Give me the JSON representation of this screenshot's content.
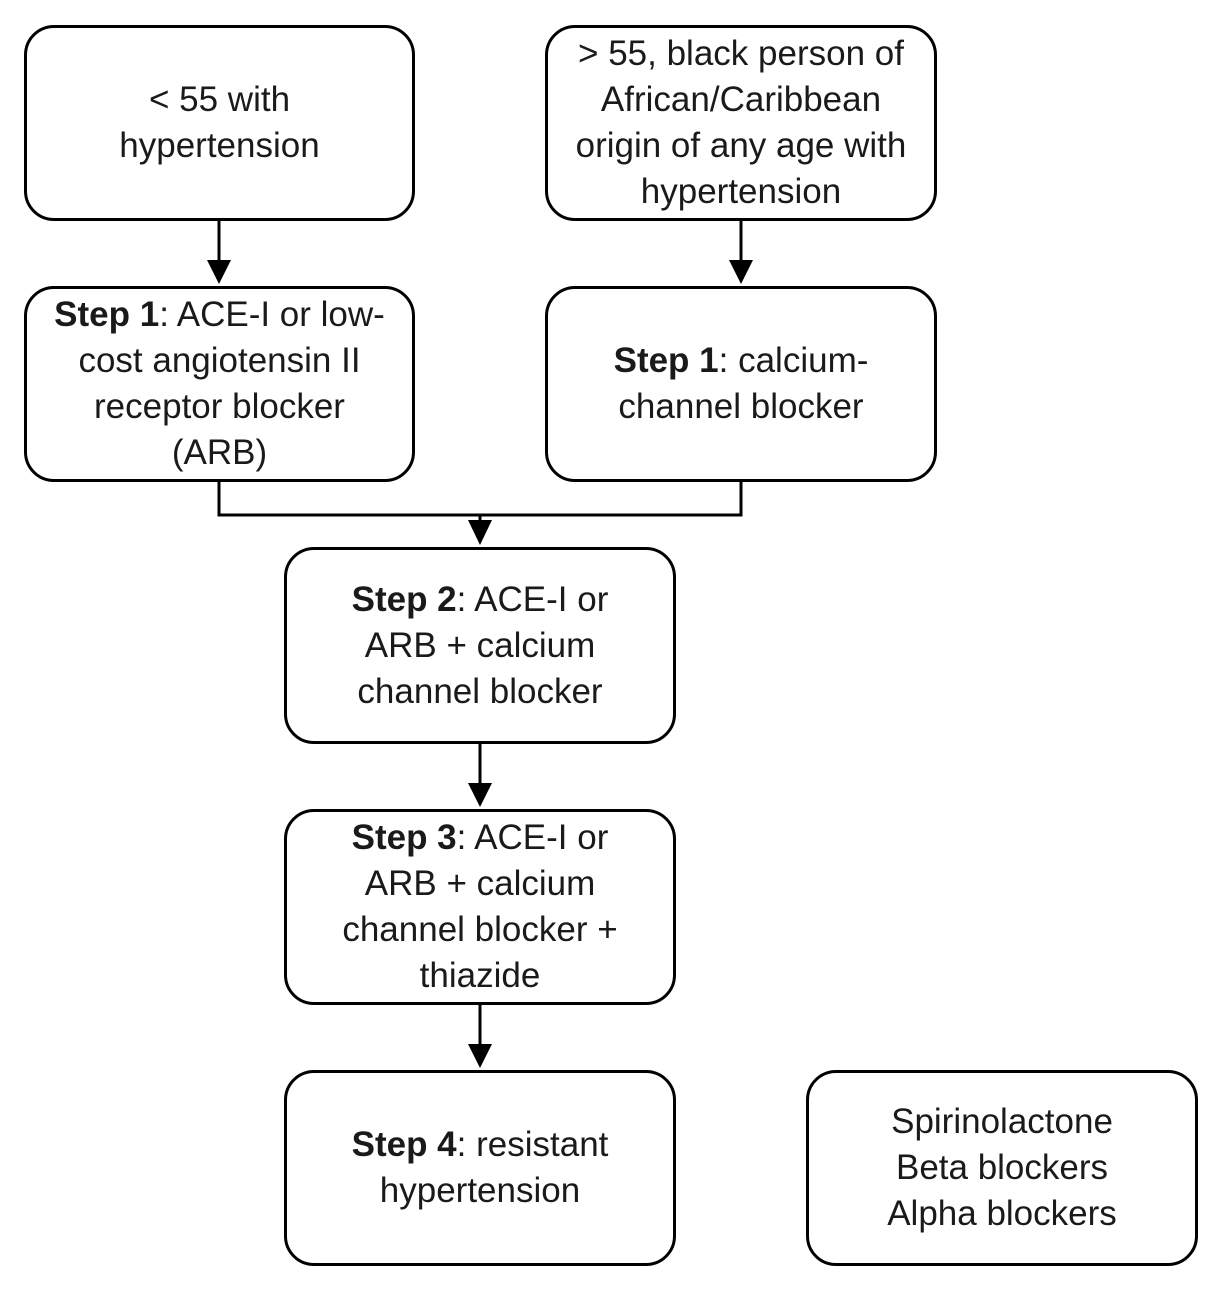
{
  "nodes": {
    "under55": {
      "lines": [
        "< 55 with",
        "hypertension"
      ]
    },
    "over55": {
      "lines": [
        "> 55, black person of",
        "African/Caribbean",
        "origin of any age with",
        "hypertension"
      ]
    },
    "step1_left": {
      "step": "Step 1",
      "lines": [
        ": ACE-I or low-",
        "cost angiotensin II",
        "receptor blocker",
        "(ARB)"
      ]
    },
    "step1_right": {
      "step": "Step 1",
      "lines": [
        ": calcium-",
        "channel blocker"
      ]
    },
    "step2": {
      "step": "Step 2",
      "lines": [
        ": ACE-I or",
        "ARB + calcium",
        "channel blocker"
      ]
    },
    "step3": {
      "step": "Step 3",
      "lines": [
        ": ACE-I or",
        "ARB + calcium",
        "channel blocker +",
        "thiazide"
      ]
    },
    "step4": {
      "step": "Step 4",
      "lines": [
        ": resistant",
        "hypertension"
      ]
    },
    "additional": {
      "lines": [
        "Spirinolactone",
        "Beta blockers",
        "Alpha blockers"
      ]
    }
  },
  "colors": {
    "border": "#000000",
    "text": "#1a1a1a",
    "background": "#ffffff"
  }
}
